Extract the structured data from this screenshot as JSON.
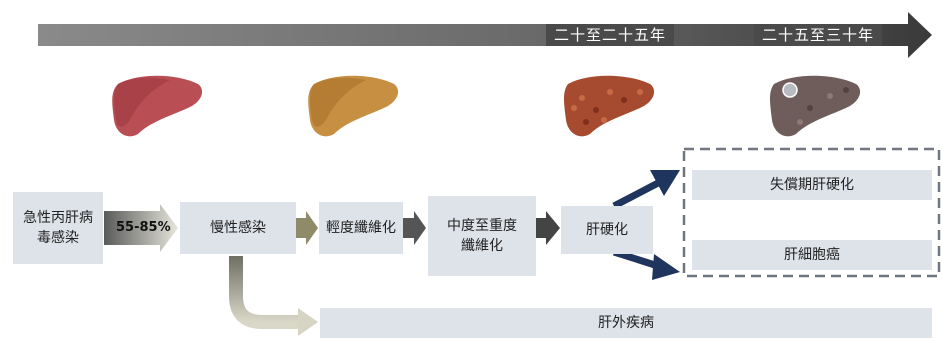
{
  "timeline": {
    "label_1": "二十至二十五年",
    "label_2": "二十五至三十年"
  },
  "livers": [
    {
      "name": "healthy",
      "color": "#b7474f"
    },
    {
      "name": "chronic",
      "color": "#c48a3e"
    },
    {
      "name": "cirrhosis",
      "color": "#a8482e"
    },
    {
      "name": "cancer",
      "color": "#6b5a57"
    }
  ],
  "stages": {
    "acute": "急性丙肝病毒感染",
    "chronic": "慢性感染",
    "mild_fibrosis": "輕度纖維化",
    "moderate_fibrosis": "中度至重度纖維化",
    "cirrhosis": "肝硬化",
    "decompensated": "失償期肝硬化",
    "hcc": "肝細胞癌",
    "extrahepatic": "肝外疾病"
  },
  "progression_rate": "55-85%"
}
